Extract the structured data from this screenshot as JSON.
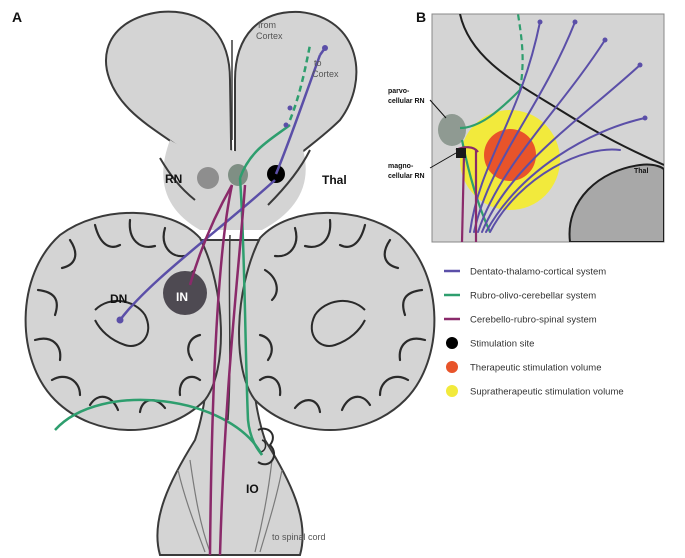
{
  "panel_a": {
    "label": "A",
    "from_cortex": [
      "from",
      "Cortex"
    ],
    "to_cortex": [
      "to",
      "Cortex"
    ],
    "rn": "RN",
    "thal": "Thal",
    "dn": "DN",
    "in": "IN",
    "io": "IO",
    "to_spinal_cord": "to spinal cord"
  },
  "panel_b": {
    "label": "B",
    "parvocellular": [
      "parvo-",
      "cellular RN"
    ],
    "magnocellular": [
      "magno-",
      "cellular RN"
    ],
    "thal": "Thal"
  },
  "legend": [
    {
      "label": "Dentato-thalamo-cortical system",
      "color": "#5b4fa8",
      "symbol": "line"
    },
    {
      "label": "Rubro-olivo-cerebellar system",
      "color": "#2e9e6e",
      "symbol": "line"
    },
    {
      "label": "Cerebello-rubro-spinal system",
      "color": "#8a2a6a",
      "symbol": "line"
    },
    {
      "label": "Stimulation site",
      "color": "#000000",
      "symbol": "dot"
    },
    {
      "label": "Therapeutic stimulation volume",
      "color": "#e8542a",
      "symbol": "dot"
    },
    {
      "label": "Supratherapeutic stimulation volume",
      "color": "#f2ea3c",
      "symbol": "dot"
    }
  ],
  "colors": {
    "tissue": "#d4d4d4",
    "outline": "#3a3a3a",
    "dentato": "#5b4fa8",
    "rubro_olivo": "#2e9e6e",
    "cerebello_rubro": "#8a2a6a"
  }
}
